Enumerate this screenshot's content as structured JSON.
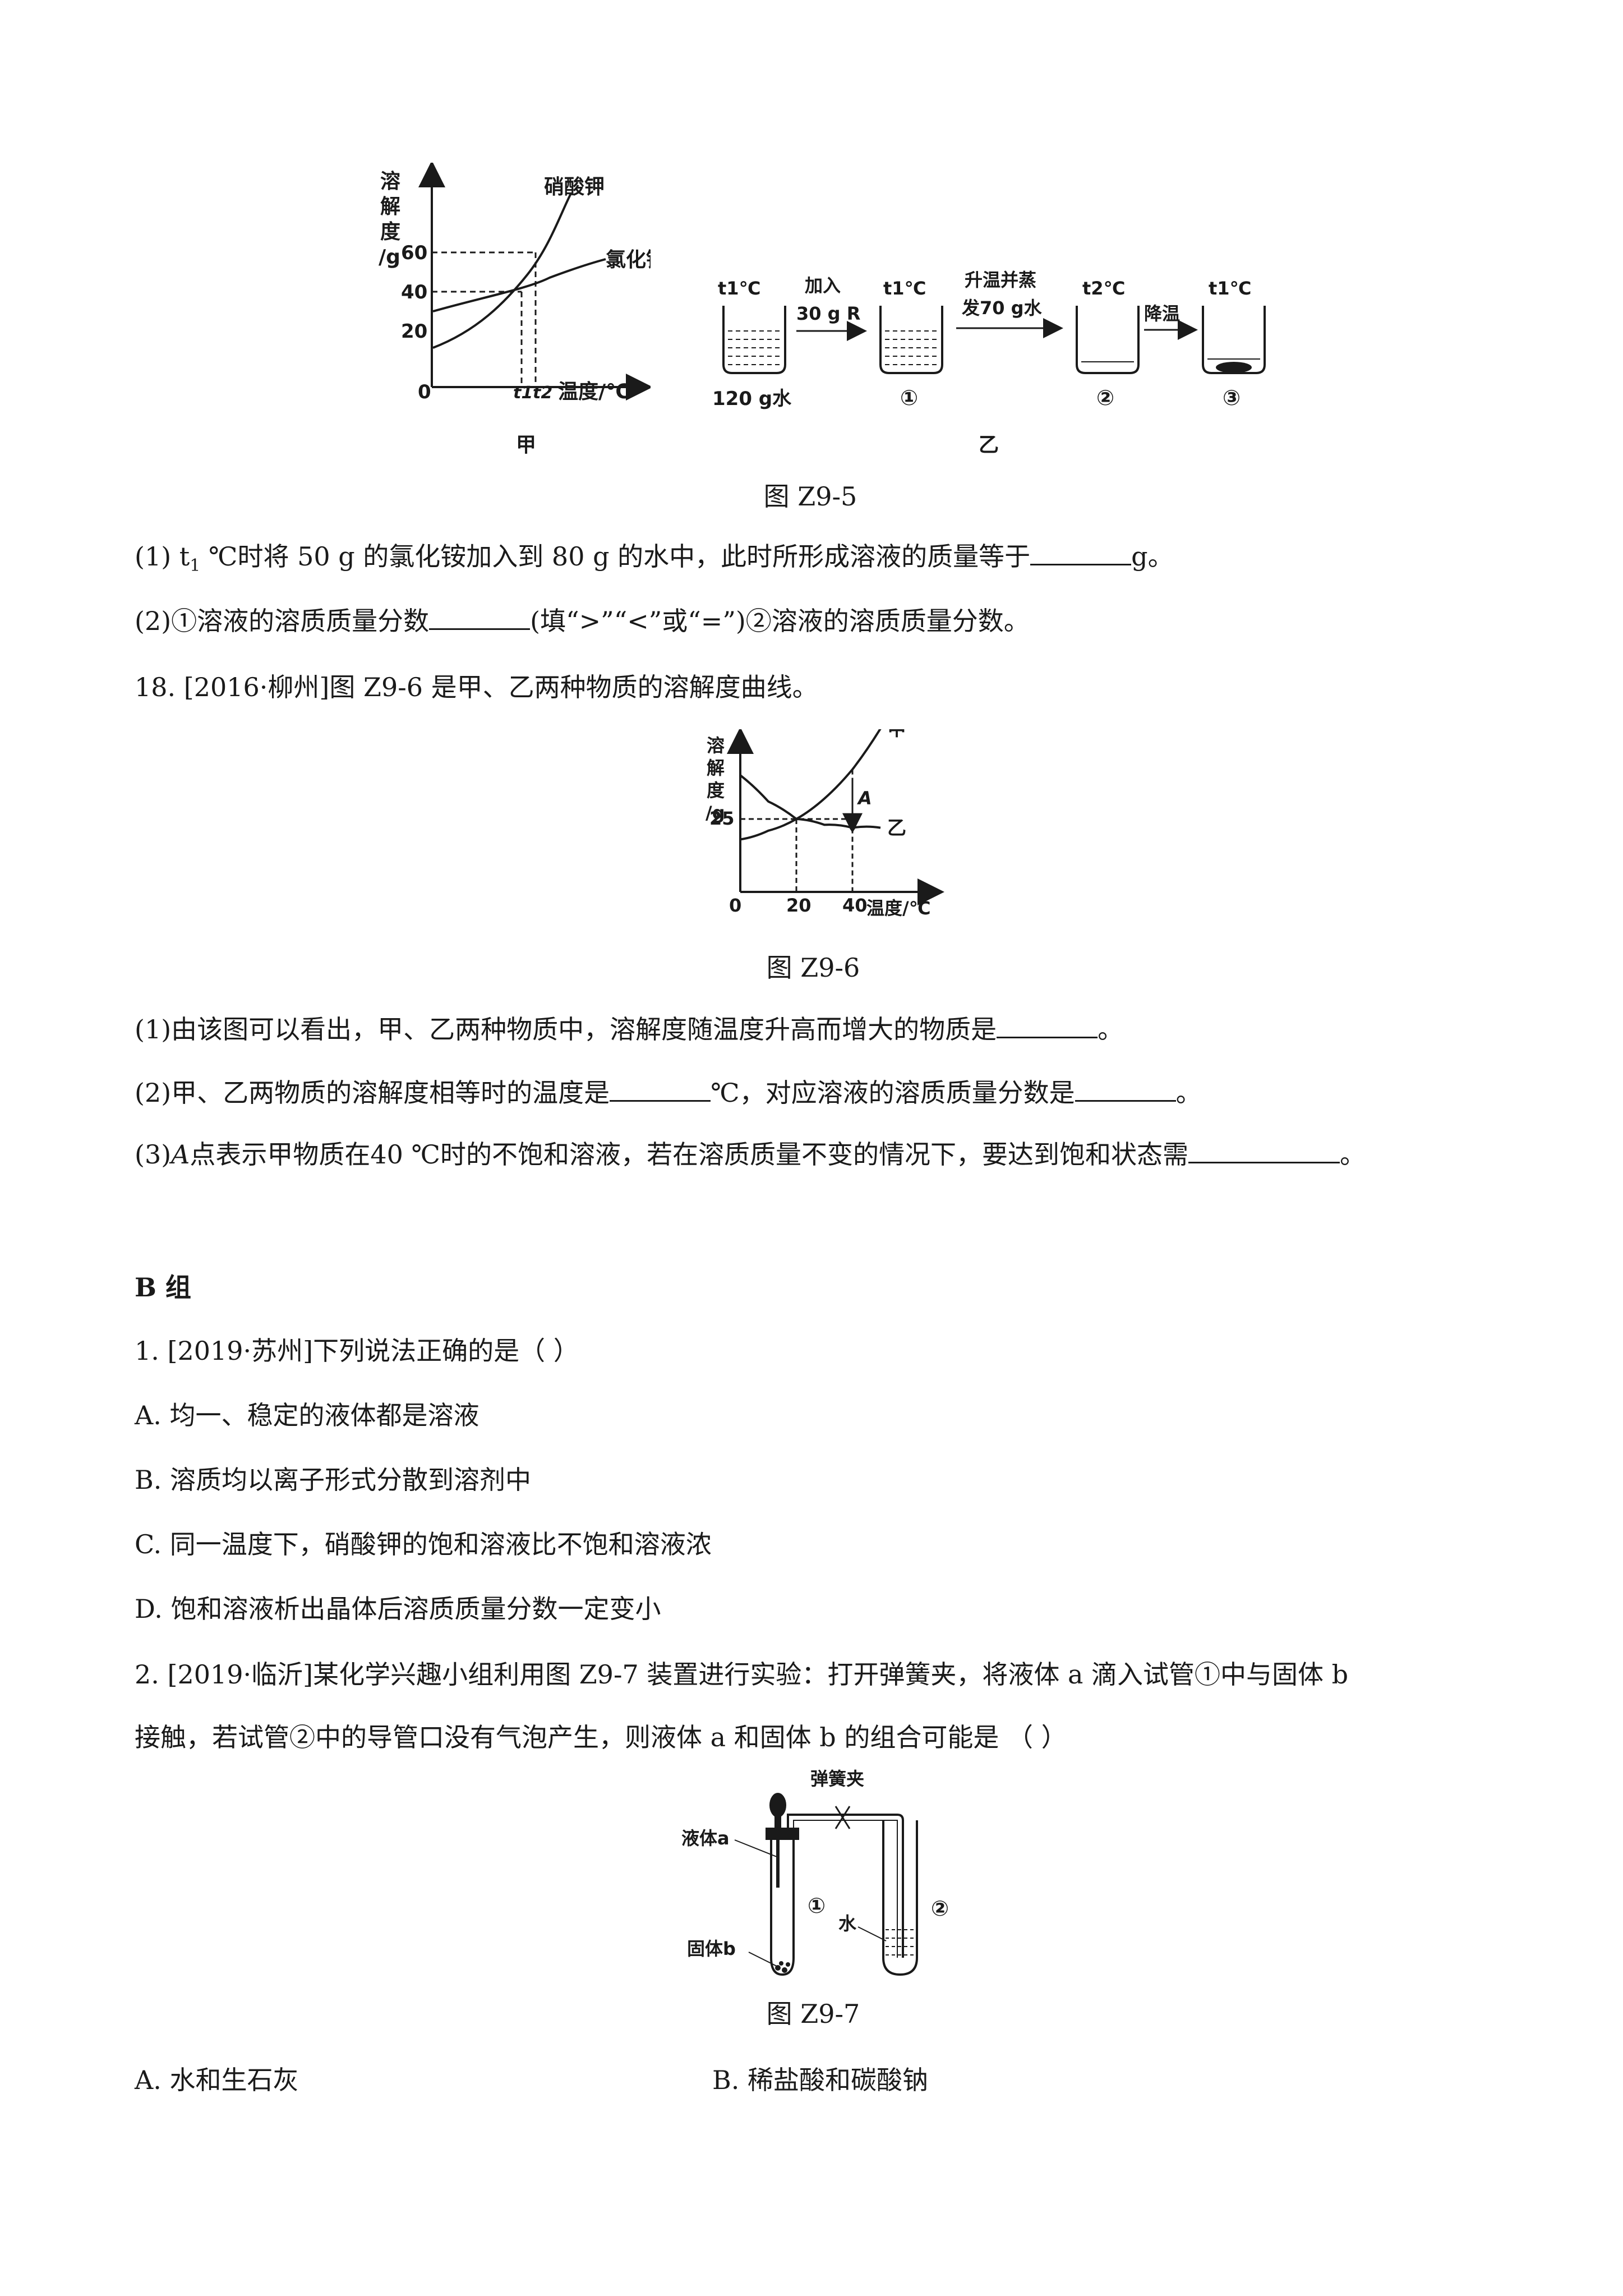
{
  "fig5": {
    "caption": "图 Z9-5",
    "jia": {
      "label": "甲",
      "y_label": [
        "溶",
        "解",
        "度",
        "/g"
      ],
      "y_ticks": [
        "60",
        "40",
        "20"
      ],
      "origin": "0",
      "x_ticks": [
        "t1",
        "t2"
      ],
      "x_label": "温度/℃",
      "curve_kno3": "硝酸钾",
      "curve_nh4cl": "氯化铵"
    },
    "yi": {
      "label": "乙",
      "step0_temp": "t1℃",
      "step0_below": "120 g水",
      "arrow1_top": "加入",
      "arrow1_bottom": "30 g R",
      "step1_temp": "t1℃",
      "step1_below": "①",
      "arrow2_top": "升温并蒸",
      "arrow2_bottom": "发70 g水",
      "step2_temp": "t2℃",
      "step2_below": "②",
      "arrow3_top": "降温",
      "step3_temp": "t1℃",
      "step3_below": "③"
    }
  },
  "q17": {
    "p1_a": "(1) t",
    "p1_sub": "1",
    "p1_b": " ℃时将 50  g 的氯化铵加入到 80  g 的水中，此时所形成溶液的质量等于",
    "p1_c": "g。",
    "p2_a": "(2)①溶液的溶质质量分数",
    "p2_b": "(填“>”“<”或“=”)②溶液的溶质质量分数。"
  },
  "q18": {
    "stem": "18.  [2016·柳州]图 Z9-6 是甲、乙两种物质的溶解度曲线。",
    "caption": "图 Z9-6",
    "chart_data": {
      "type": "line",
      "ylabel": [
        "溶",
        "解",
        "度",
        "/g"
      ],
      "y_tick": "25",
      "origin": "0",
      "x_ticks": [
        "20",
        "40"
      ],
      "xlabel": "温度/℃",
      "series": [
        {
          "name": "甲",
          "x": [
            0,
            10,
            20,
            30,
            40,
            50
          ],
          "y": [
            18,
            21,
            25,
            32,
            42,
            56
          ]
        },
        {
          "name": "乙",
          "x": [
            0,
            10,
            20,
            30,
            40,
            50
          ],
          "y": [
            40,
            31,
            25,
            23,
            22,
            22
          ]
        }
      ],
      "point_label": "A"
    },
    "p1_a": "(1)由该图可以看出，甲、乙两种物质中，溶解度随温度升高而增大的物质是",
    "p1_b": "。",
    "p2_a": "(2)甲、乙两物质的溶解度相等时的温度是",
    "p2_b": "℃，对应溶液的溶质质量分数是",
    "p2_c": "。",
    "p3_a": "(3)",
    "p3_italic": "A",
    "p3_b": "点表示甲物质在40 ℃时的不饱和溶液，若在溶质质量不变的情况下，要达到饱和状态需",
    "p3_c": "。"
  },
  "groupB": {
    "heading": "B 组",
    "q1": {
      "stem": "1.  [2019·苏州]下列说法正确的是（    ）",
      "A": "A.  均一、稳定的液体都是溶液",
      "B": "B.  溶质均以离子形式分散到溶剂中",
      "C": "C.  同一温度下，硝酸钾的饱和溶液比不饱和溶液浓",
      "D": "D.  饱和溶液析出晶体后溶质质量分数一定变小"
    },
    "q2": {
      "stem1": "2.  [2019·临沂]某化学兴趣小组利用图 Z9-7 装置进行实验：打开弹簧夹，将液体 a 滴入试管①中与固体 b",
      "stem2": "接触，若试管②中的导管口没有气泡产生，则液体 a 和固体 b 的组合可能是  （    ）",
      "caption": "图 Z9-7",
      "clip": "弹簧夹",
      "liquid_a": "液体a",
      "solid_b": "固体b",
      "tube1": "①",
      "water": "水",
      "tube2": "②",
      "A": "A.  水和生石灰",
      "B": "B.  稀盐酸和碳酸钠"
    }
  }
}
